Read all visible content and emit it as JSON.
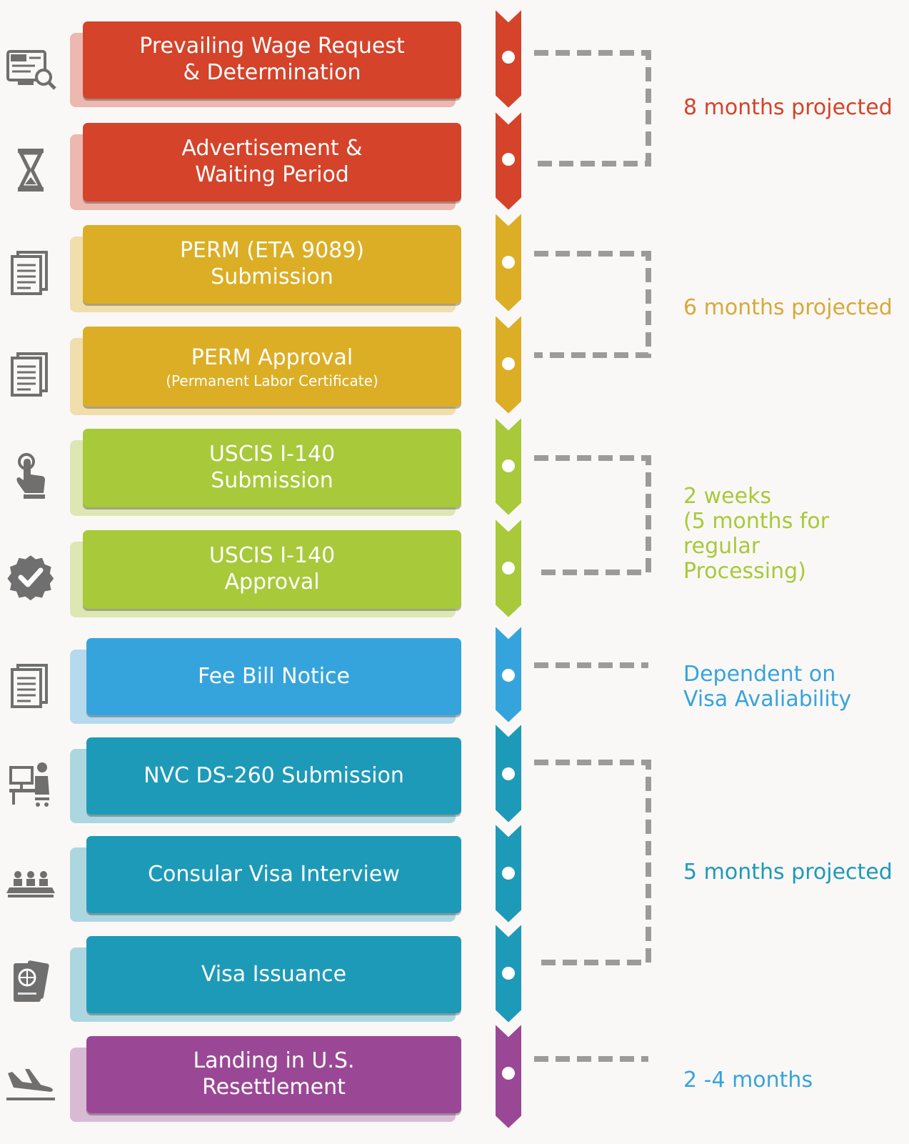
{
  "steps": [
    {
      "title": "Prevailing Wage Request\n& Determination",
      "subtitle": "",
      "icon": "job-search-icon",
      "color": "#d4432a"
    },
    {
      "title": "Advertisement &\nWaiting Period",
      "subtitle": "",
      "icon": "hourglass-icon",
      "color": "#d4432a"
    },
    {
      "title": "PERM (ETA 9089)\nSubmission",
      "subtitle": "",
      "icon": "document-icon",
      "color": "#dcae25"
    },
    {
      "title": "PERM Approval",
      "subtitle": "(Permanent Labor Certificate)",
      "icon": "document-icon",
      "color": "#dcae25"
    },
    {
      "title": "USCIS I-140\nSubmission",
      "subtitle": "",
      "icon": "touch-hand-icon",
      "color": "#a7c93a"
    },
    {
      "title": "USCIS I-140\nApproval",
      "subtitle": "",
      "icon": "verified-badge-icon",
      "color": "#a7c93a"
    },
    {
      "title": "Fee Bill Notice",
      "subtitle": "",
      "icon": "document-icon",
      "color": "#36a4dc"
    },
    {
      "title": "NVC DS-260 Submission",
      "subtitle": "",
      "icon": "office-worker-icon",
      "color": "#1d9ab8"
    },
    {
      "title": "Consular Visa Interview",
      "subtitle": "",
      "icon": "interview-table-icon",
      "color": "#1d9ab8"
    },
    {
      "title": "Visa Issuance",
      "subtitle": "",
      "icon": "passport-icon",
      "color": "#1d9ab8"
    },
    {
      "title": "Landing in U.S.\nResettlement",
      "subtitle": "",
      "icon": "airplane-landing-icon",
      "color": "#9a4896"
    }
  ],
  "durations": [
    {
      "text": "8 months projected",
      "color": "#d4432a"
    },
    {
      "text": "6 months projected",
      "color": "#d6a93a"
    },
    {
      "text": "2 weeks\n(5 months for regular\nProcessing)",
      "color": "#a7c93a"
    },
    {
      "text": "Dependent on\nVisa Avaliability",
      "color": "#36a4dc"
    },
    {
      "text": "5 months projected",
      "color": "#1d9ab8"
    },
    {
      "text": "2 -4 months",
      "color": "#36a4dc"
    }
  ]
}
